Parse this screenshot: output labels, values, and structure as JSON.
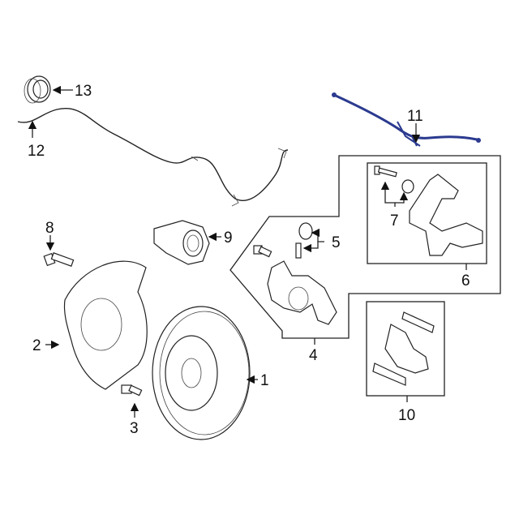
{
  "diagram": {
    "highlight_color": "#2b3a8f",
    "callouts": [
      {
        "id": "1",
        "label": "1"
      },
      {
        "id": "2",
        "label": "2"
      },
      {
        "id": "3",
        "label": "3"
      },
      {
        "id": "4",
        "label": "4"
      },
      {
        "id": "5",
        "label": "5"
      },
      {
        "id": "6",
        "label": "6"
      },
      {
        "id": "7",
        "label": "7"
      },
      {
        "id": "8",
        "label": "8"
      },
      {
        "id": "9",
        "label": "9"
      },
      {
        "id": "10",
        "label": "10"
      },
      {
        "id": "11",
        "label": "11"
      },
      {
        "id": "12",
        "label": "12"
      },
      {
        "id": "13",
        "label": "13"
      }
    ]
  }
}
